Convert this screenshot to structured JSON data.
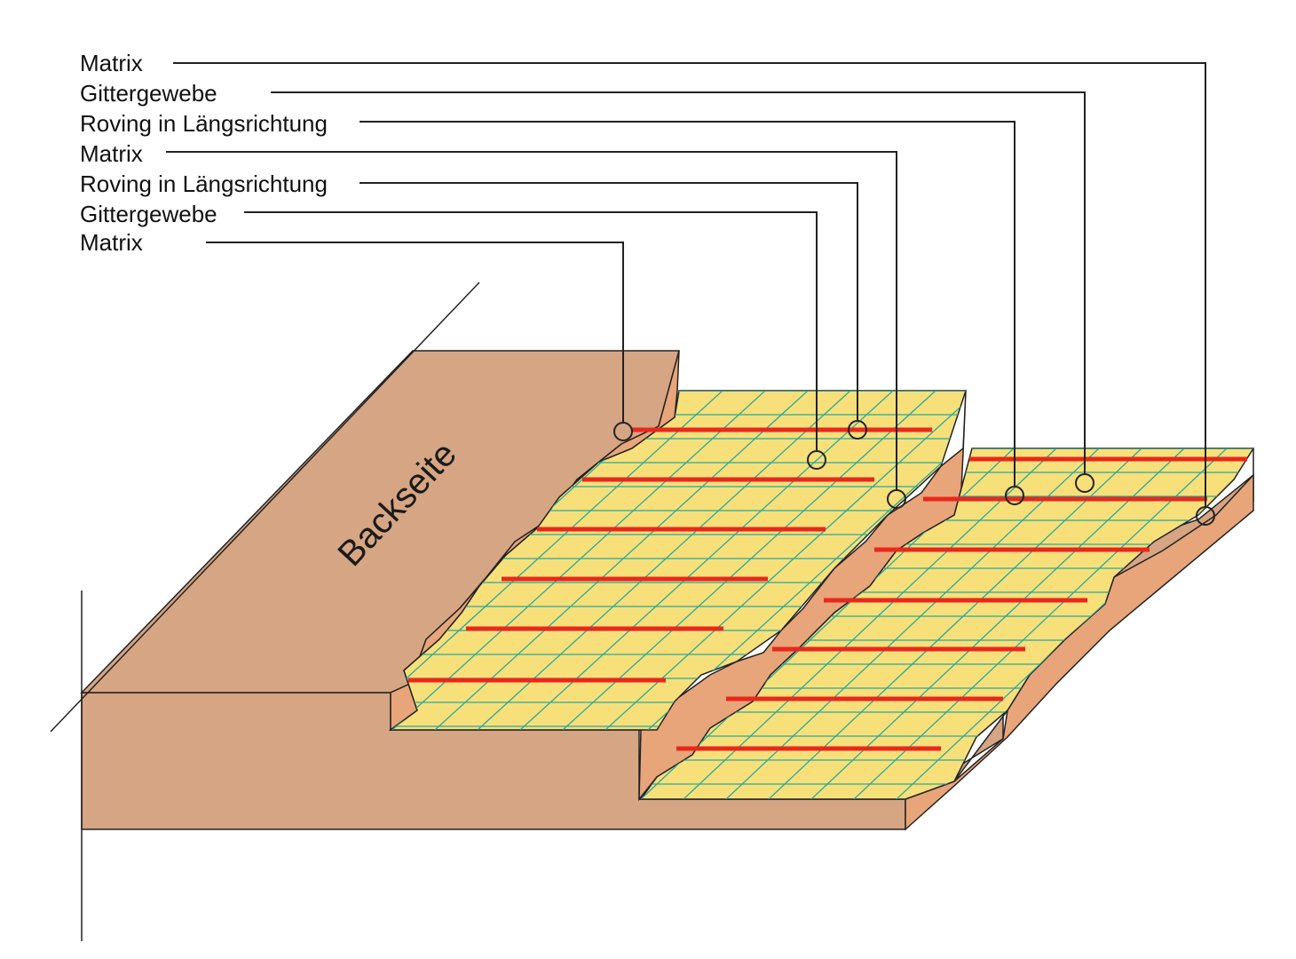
{
  "labels": {
    "l1": "Matrix",
    "l2": "Gittergewebe",
    "l3": "Roving in Längsrichtung",
    "l4": "Matrix",
    "l5": "Roving in Längsrichtung",
    "l6": "Gittergewebe",
    "l7": "Matrix"
  },
  "back_label": "Backseite",
  "colors": {
    "substrate_top": "#d6a583",
    "substrate_front": "#d6a583",
    "matrix_edge": "#e8a579",
    "mesh_fill": "#f7e07a",
    "mesh_line": "#2aa89a",
    "roving": "#e8281d",
    "leader": "#222222"
  }
}
